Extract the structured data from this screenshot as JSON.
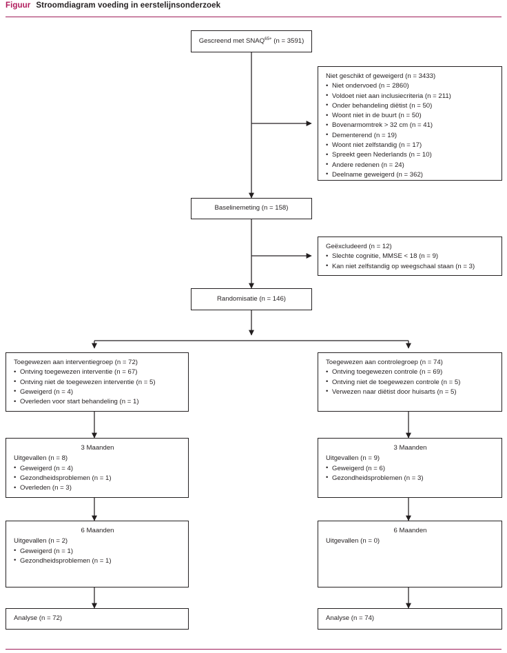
{
  "header": {
    "label": "Figuur",
    "title": "Stroomdiagram voeding in eerstelijnsonderzoek"
  },
  "colors": {
    "accent": "#9e1c58",
    "accent_text": "#b01a5b",
    "ink": "#231f20",
    "box_border": "#231f20",
    "background": "#ffffff"
  },
  "diagram": {
    "type": "consort-flowchart",
    "nodes": {
      "screened": {
        "head": "Gescreend met SNAQ",
        "head_sup": "65+",
        "head_tail": " (n = 3591)",
        "items": []
      },
      "excluded_screening": {
        "head": "Niet geschikt of geweigerd (n = 3433)",
        "items": [
          "Niet ondervoed (n = 2860)",
          "Voldoet niet aan inclusiecriteria (n = 211)",
          "Onder behandeling diëtist (n = 50)",
          "Woont niet in de buurt (n = 50)",
          "Bovenarmomtrek > 32 cm (n = 41)",
          "Dementerend (n = 19)",
          "Woont niet zelfstandig (n = 17)",
          "Spreekt geen Nederlands (n = 10)",
          "Andere redenen (n = 24)",
          "Deelname geweigerd (n = 362)"
        ]
      },
      "baseline": {
        "head": "Baselinemeting (n = 158)",
        "items": []
      },
      "excluded_baseline": {
        "head": "Geëxcludeerd (n = 12)",
        "items": [
          "Slechte cognitie, MMSE < 18 (n = 9)",
          "Kan niet zelfstandig op weegschaal staan (n = 3)"
        ]
      },
      "randomisation": {
        "head": "Randomisatie (n = 146)",
        "items": []
      },
      "intervention_alloc": {
        "head": "Toegewezen aan interventiegroep (n = 72)",
        "items": [
          "Ontving toegewezen interventie (n = 67)",
          "Ontving niet de toegewezen interventie (n = 5)",
          "Geweigerd (n = 4)",
          "Overleden voor start behandeling (n = 1)"
        ]
      },
      "control_alloc": {
        "head": "Toegewezen aan controlegroep (n = 74)",
        "items": [
          "Ontving toegewezen controle (n = 69)",
          "Ontving niet de toegewezen controle (n = 5)",
          "Verwezen naar diëtist door huisarts (n = 5)"
        ]
      },
      "intervention_3m": {
        "title": "3 Maanden",
        "head": "Uitgevallen (n = 8)",
        "items": [
          "Geweigerd (n = 4)",
          "Gezondheidsproblemen (n = 1)",
          "Overleden (n = 3)"
        ]
      },
      "control_3m": {
        "title": "3 Maanden",
        "head": "Uitgevallen (n = 9)",
        "items": [
          "Geweigerd (n = 6)",
          "Gezondheidsproblemen (n = 3)"
        ]
      },
      "intervention_6m": {
        "title": "6 Maanden",
        "head": "Uitgevallen (n = 2)",
        "items": [
          "Geweigerd (n = 1)",
          "Gezondheidsproblemen (n = 1)"
        ]
      },
      "control_6m": {
        "title": "6 Maanden",
        "head": "Uitgevallen (n = 0)",
        "items": []
      },
      "intervention_analysis": {
        "head": "Analyse (n = 72)",
        "items": []
      },
      "control_analysis": {
        "head": "Analyse (n = 74)",
        "items": []
      }
    }
  }
}
